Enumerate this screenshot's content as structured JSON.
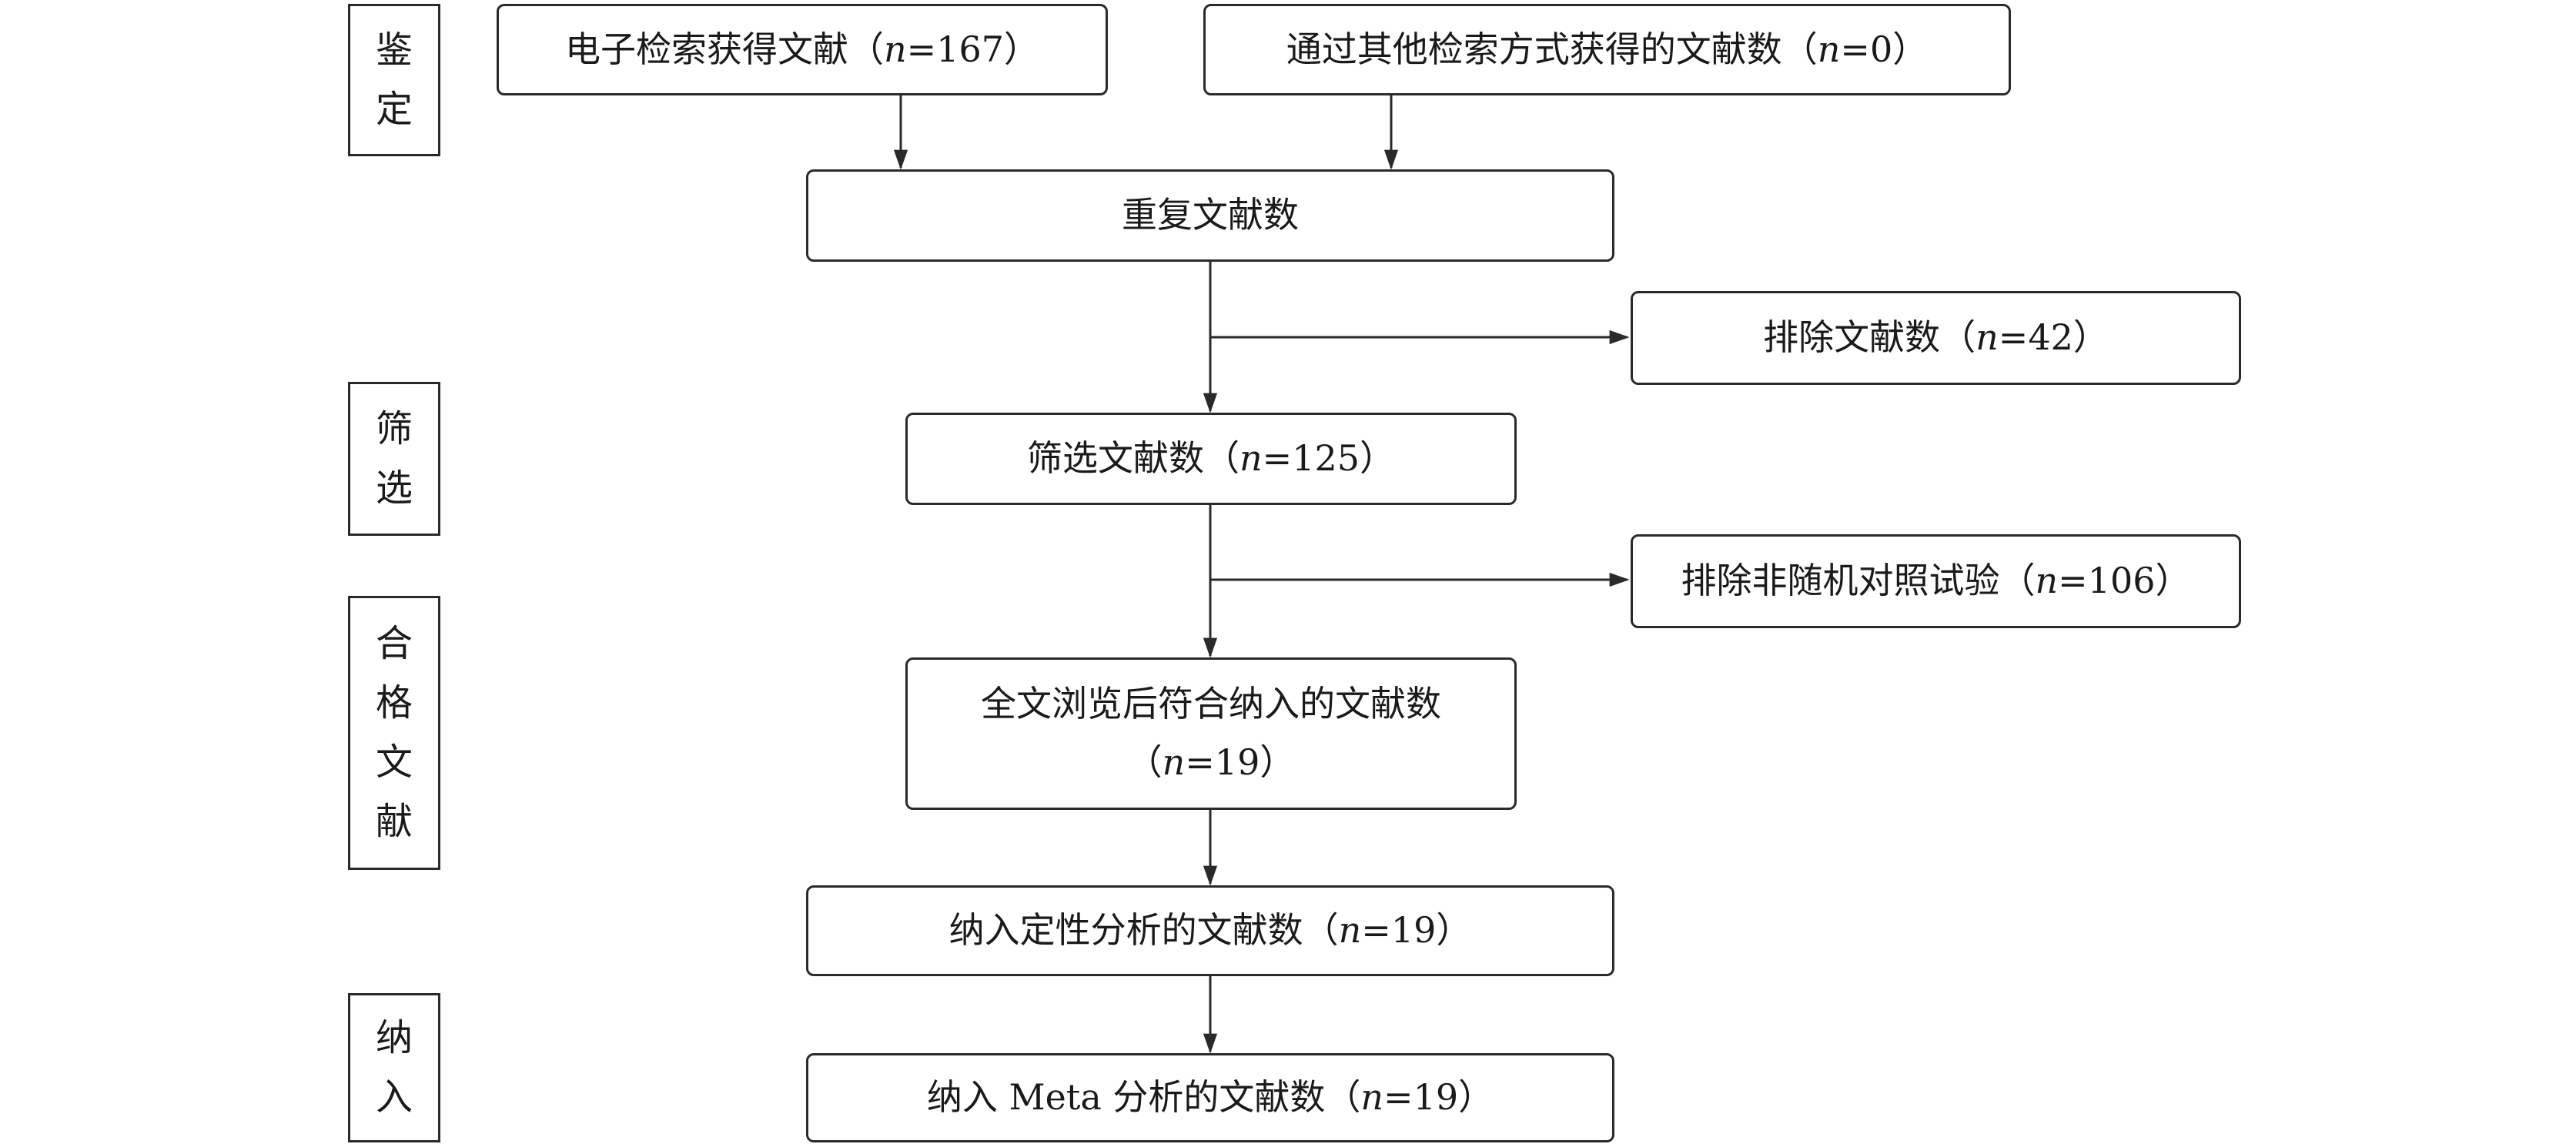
{
  "stages": [
    {
      "id": "identification",
      "chars": [
        "鉴",
        "定"
      ]
    },
    {
      "id": "screening",
      "chars": [
        "筛",
        "选"
      ]
    },
    {
      "id": "eligibility",
      "chars": [
        "合",
        "格",
        "文",
        "献"
      ]
    },
    {
      "id": "included",
      "chars": [
        "纳",
        "入"
      ]
    }
  ],
  "boxes": {
    "electronic_search": {
      "label": "电子检索获得文献",
      "n": "167"
    },
    "other_search": {
      "label": "通过其他检索方式获得的文献数",
      "n": "0"
    },
    "duplicates": {
      "label": "重复文献数"
    },
    "excluded_1": {
      "label": "排除文献数",
      "n": "42"
    },
    "screened": {
      "label": "筛选文献数",
      "n": "125"
    },
    "excluded_2": {
      "label": "排除非随机对照试验",
      "n": "106"
    },
    "full_text": {
      "label": "全文浏览后符合纳入的文献数",
      "n": "19"
    },
    "qualitative": {
      "label": "纳入定性分析的文献数",
      "n": "19"
    },
    "meta": {
      "label": "纳入 Meta 分析的文献数",
      "n": "19"
    }
  },
  "n_symbol": "n",
  "equals": "=",
  "paren_open": "（",
  "paren_close": "）"
}
